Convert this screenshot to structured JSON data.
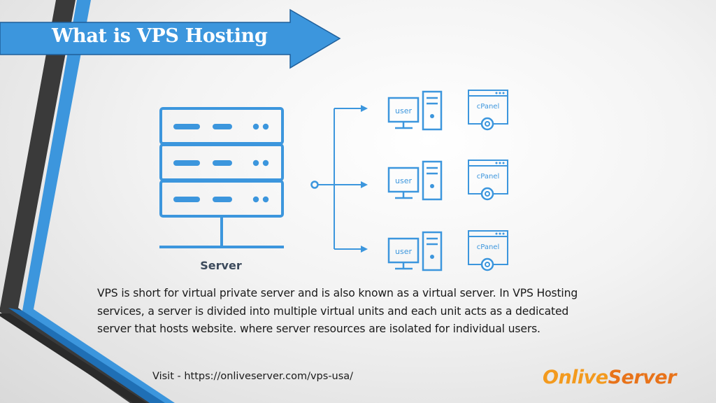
{
  "title": "What is VPS Hosting",
  "diagram": {
    "server_label": "Server",
    "nodes": [
      {
        "user_label": "user",
        "panel_label": "cPanel"
      },
      {
        "user_label": "user",
        "panel_label": "cPanel"
      },
      {
        "user_label": "user",
        "panel_label": "cPanel"
      }
    ]
  },
  "description": "VPS is short for virtual private server and is also known as a virtual server. In VPS Hosting services, a server is divided into multiple virtual units and each unit acts as a dedicated server that hosts website. where server resources are isolated for individual users.",
  "visit_text": "Visit - https://onliveserver.com/vps-usa/",
  "logo": {
    "part1": "Onlive",
    "part2": "Server"
  },
  "colors": {
    "blue": "#3c96dd",
    "dark_stripe": "#3a3a3a",
    "banner": "#3c96dd",
    "logo_orange": "#f39a1e"
  }
}
